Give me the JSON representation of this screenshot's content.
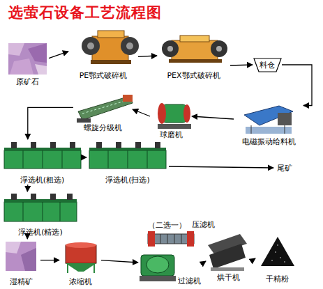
{
  "diagram": {
    "title": "选萤石设备工艺流程图",
    "nodes": [
      {
        "text": [
          "原矿石"
        ]
      },
      {
        "text": [
          "PE鄂式破碎机"
        ]
      },
      {
        "text": [
          "PEX鄂式破碎机"
        ]
      },
      {
        "text": [
          "料仓"
        ]
      },
      {
        "text": [
          "电磁振动给料机"
        ]
      },
      {
        "text": [
          "球磨机"
        ]
      },
      {
        "text": [
          "螺旋分级机"
        ]
      },
      {
        "text": [
          "浮选机(粗选)"
        ]
      },
      {
        "text": [
          "浮选机(扫选)"
        ]
      },
      {
        "text": [
          "尾矿"
        ]
      },
      {
        "text": [
          "浮选机(精选)"
        ]
      },
      {
        "text": [
          "湿精矿"
        ]
      },
      {
        "text": [
          "浓缩机"
        ]
      },
      {
        "text": [
          "过滤机"
        ]
      },
      {
        "text": [
          "压滤机"
        ]
      },
      {
        "text": [
          "烘干机"
        ]
      },
      {
        "text": [
          "干精粉"
        ]
      }
    ],
    "edges": [
      {
        "from": 0,
        "to": 1,
        "arrow": "to"
      },
      {
        "from": 1,
        "to": 2,
        "arrow": "to"
      },
      {
        "from": 2,
        "to": 3,
        "arrow": "to"
      },
      {
        "from": 3,
        "to": 4,
        "arrow": "to"
      },
      {
        "from": 4,
        "to": 5,
        "arrow": "to"
      },
      {
        "from": 5,
        "to": 6,
        "arrow": "to"
      },
      {
        "from": 6,
        "to": 7,
        "arrow": "to"
      },
      {
        "from": 7,
        "to": 8,
        "arrow": "to"
      },
      {
        "from": 8,
        "to": 9,
        "arrow": "to"
      },
      {
        "from": 7,
        "to": 10,
        "arrow": "to"
      },
      {
        "from": 10,
        "to": 11,
        "arrow": "to"
      },
      {
        "from": 11,
        "to": 12,
        "arrow": "to"
      },
      {
        "from": 12,
        "to": 13,
        "arrow": "to"
      },
      {
        "from": 13,
        "to": 15,
        "arrow": "to"
      },
      {
        "from": 15,
        "to": 16,
        "arrow": "to"
      }
    ],
    "labels": [
      "（二选一）"
    ]
  }
}
